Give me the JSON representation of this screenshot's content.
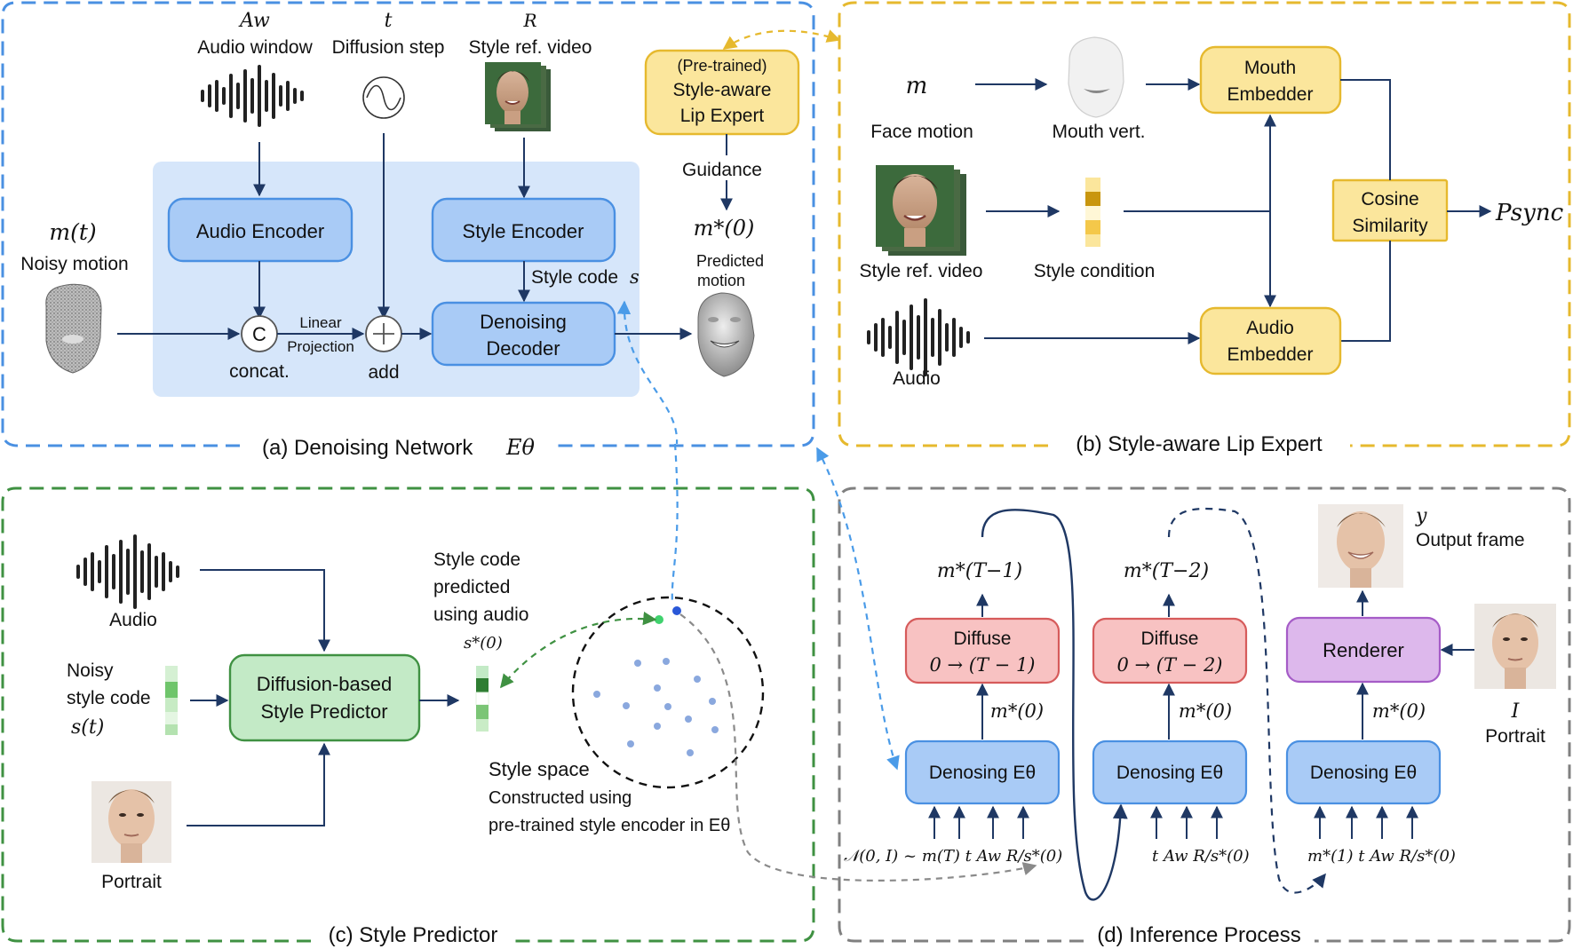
{
  "panels": {
    "a": {
      "title": "(a) Denoising Network",
      "title_math": "Eθ"
    },
    "b": {
      "title": "(b) Style-aware Lip Expert"
    },
    "c": {
      "title": "(c) Style Predictor"
    },
    "d": {
      "title": "(d) Inference Process"
    }
  },
  "a": {
    "audio_window_symbol": "Aw",
    "audio_window": "Audio window",
    "diffusion_step_symbol": "t",
    "diffusion_step": "Diffusion step",
    "style_ref_symbol": "R",
    "style_ref": "Style ref. video",
    "noisy_motion_symbol": "m(t)",
    "noisy_motion": "Noisy motion",
    "audio_encoder": "Audio Encoder",
    "style_encoder": "Style Encoder",
    "denoising_decoder_1": "Denoising",
    "denoising_decoder_2": "Decoder",
    "concat_symbol": "C",
    "concat": "concat.",
    "linear_1": "Linear",
    "linear_2": "Projection",
    "add": "add",
    "style_code": "Style code",
    "style_code_symbol": "s",
    "lip_expert_1": "(Pre-trained)",
    "lip_expert_2": "Style-aware",
    "lip_expert_3": "Lip Expert",
    "guidance": "Guidance",
    "predicted_symbol": "m*(0)",
    "predicted_1": "Predicted",
    "predicted_2": "motion"
  },
  "b": {
    "m_symbol": "m",
    "face_motion": "Face motion",
    "mouth_vert": "Mouth vert.",
    "mouth_embedder_1": "Mouth",
    "mouth_embedder_2": "Embedder",
    "style_ref": "Style ref. video",
    "style_condition": "Style condition",
    "cosine_1": "Cosine",
    "cosine_2": "Similarity",
    "psync": "Psync",
    "audio": "Audio",
    "audio_embedder_1": "Audio",
    "audio_embedder_2": "Embedder"
  },
  "c": {
    "audio": "Audio",
    "noisy_1": "Noisy",
    "noisy_2": "style code",
    "noisy_symbol": "s(t)",
    "predictor_1": "Diffusion-based",
    "predictor_2": "Style Predictor",
    "portrait": "Portrait",
    "pred_1": "Style code",
    "pred_2": "predicted",
    "pred_3": "using audio",
    "pred_symbol": "s*(0)",
    "space_title": "Style space",
    "space_1": "Constructed using",
    "space_2": "pre-trained style encoder in Eθ"
  },
  "d": {
    "diffuse": "Diffuse",
    "range_1": "0 → (T − 1)",
    "range_2": "0 → (T − 2)",
    "m_t1": "m*(T−1)",
    "m_t2": "m*(T−2)",
    "m0": "m*(0)",
    "denoising": "Denosing Eθ",
    "renderer": "Renderer",
    "y_symbol": "y",
    "output_frame": "Output frame",
    "i_symbol": "I",
    "portrait": "Portrait",
    "inputs_1": "𝒩(0, I) ~ m(T)  t     Aw  R/s*(0)",
    "inputs_2": "t     Aw  R/s*(0)",
    "inputs_3": "m*(1)  t     Aw  R/s*(0)"
  },
  "colors": {
    "blue_panel": "#4a90e2",
    "yellow_panel": "#e6b92e",
    "green_panel": "#3f9142",
    "gray_panel": "#808080",
    "blue_box": "#b7d4f7",
    "yellow_box": "#fbe69c",
    "green_box": "#c3eac6",
    "red_box": "#f8c2c2",
    "purple_box": "#ddb8ec",
    "arrow": "#1f3864"
  }
}
